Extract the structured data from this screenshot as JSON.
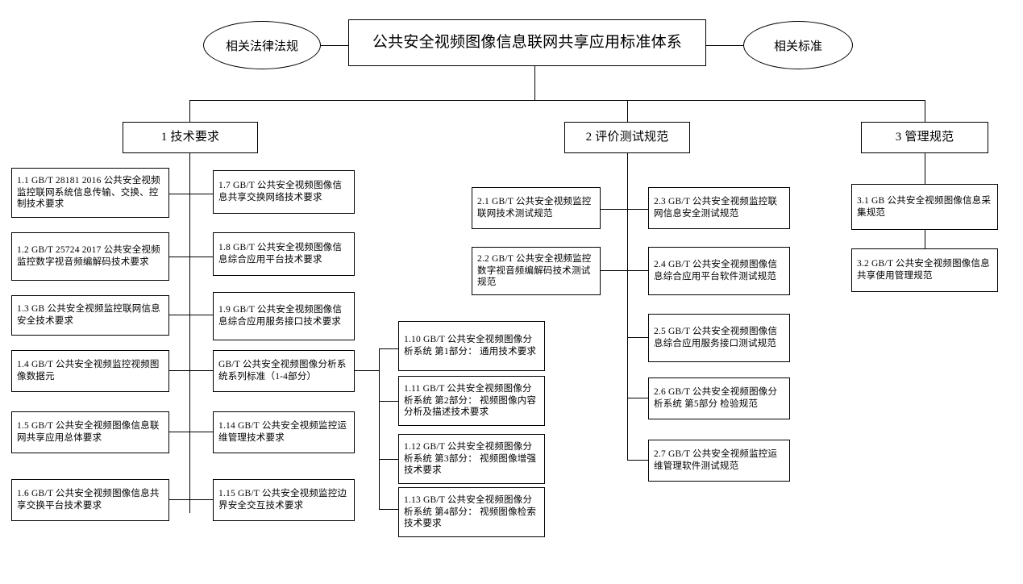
{
  "diagram": {
    "title": "公共安全视频图像信息联网共享应用标准体系",
    "type": "org-chart",
    "root": {
      "label": "公共安全视频图像信息联网共享应用标准体系"
    },
    "side_nodes": [
      {
        "label": "相关法律法规",
        "side": "left"
      },
      {
        "label": "相关标准",
        "side": "right"
      }
    ],
    "branches": [
      {
        "id": "1",
        "label": "1 技术要求"
      },
      {
        "id": "2",
        "label": "2 评价测试规范"
      },
      {
        "id": "3",
        "label": "3 管理规范"
      }
    ],
    "tech_left": [
      {
        "id": "1.1",
        "label": "1.1 GB/T 28181 2016 公共安全视频监控联网系统信息传输、交换、控制技术要求"
      },
      {
        "id": "1.2",
        "label": "1.2 GB/T 25724 2017 公共安全视频监控数字视音频编解码技术要求"
      },
      {
        "id": "1.3",
        "label": "1.3 GB 公共安全视频监控联网信息安全技术要求"
      },
      {
        "id": "1.4",
        "label": "1.4 GB/T 公共安全视频监控视频图像数据元"
      },
      {
        "id": "1.5",
        "label": "1.5 GB/T 公共安全视频图像信息联网共享应用总体要求"
      },
      {
        "id": "1.6",
        "label": "1.6 GB/T 公共安全视频图像信息共享交换平台技术要求"
      }
    ],
    "tech_right": [
      {
        "id": "1.7",
        "label": "1.7 GB/T 公共安全视频图像信息共享交换网络技术要求"
      },
      {
        "id": "1.8",
        "label": "1.8 GB/T 公共安全视频图像信息综合应用平台技术要求"
      },
      {
        "id": "1.9",
        "label": "1.9 GB/T 公共安全视频图像信息综合应用服务接口技术要求"
      },
      {
        "id": "1.series",
        "label": "GB/T 公共安全视频图像分析系统系列标准（1-4部分）"
      },
      {
        "id": "1.14",
        "label": "1.14  GB/T 公共安全视频监控运维管理技术要求"
      },
      {
        "id": "1.15",
        "label": "1.15 GB/T 公共安全视频监控边界安全交互技术要求"
      }
    ],
    "analysis_parts": [
      {
        "id": "1.10",
        "label": "1.10  GB/T 公共安全视频图像分析系统 第1部分： 通用技术要求"
      },
      {
        "id": "1.11",
        "label": "1.11  GB/T 公共安全视频图像分析系统 第2部分： 视频图像内容分析及描述技术要求"
      },
      {
        "id": "1.12",
        "label": "1.12  GB/T 公共安全视频图像分析系统 第3部分： 视频图像增强技术要求"
      },
      {
        "id": "1.13",
        "label": "1.13  GB/T 公共安全视频图像分析系统 第4部分： 视频图像检索技术要求"
      }
    ],
    "test_left": [
      {
        "id": "2.1",
        "label": "2.1 GB/T 公共安全视频监控联网技术测试规范"
      },
      {
        "id": "2.2",
        "label": "2.2 GB/T 公共安全视频监控数字视音频编解码技术测试规范"
      }
    ],
    "test_right": [
      {
        "id": "2.3",
        "label": "2.3 GB/T 公共安全视频监控联网信息安全测试规范"
      },
      {
        "id": "2.4",
        "label": "2.4 GB/T 公共安全视频图像信息综合应用平台软件测试规范"
      },
      {
        "id": "2.5",
        "label": "2.5 GB/T 公共安全视频图像信息综合应用服务接口测试规范"
      },
      {
        "id": "2.6",
        "label": "2.6 GB/T 公共安全视频图像分析系统 第5部分 检验规范"
      },
      {
        "id": "2.7",
        "label": "2.7 GB/T 公共安全视频监控运维管理软件测试规范"
      }
    ],
    "manage": [
      {
        "id": "3.1",
        "label": "3.1 GB 公共安全视频图像信息采集规范"
      },
      {
        "id": "3.2",
        "label": "3.2 GB/T 公共安全视频图像信息共享使用管理规范"
      }
    ],
    "colors": {
      "background": "#ffffff",
      "line": "#000000",
      "text": "#000000",
      "box_fill": "#ffffff"
    }
  }
}
